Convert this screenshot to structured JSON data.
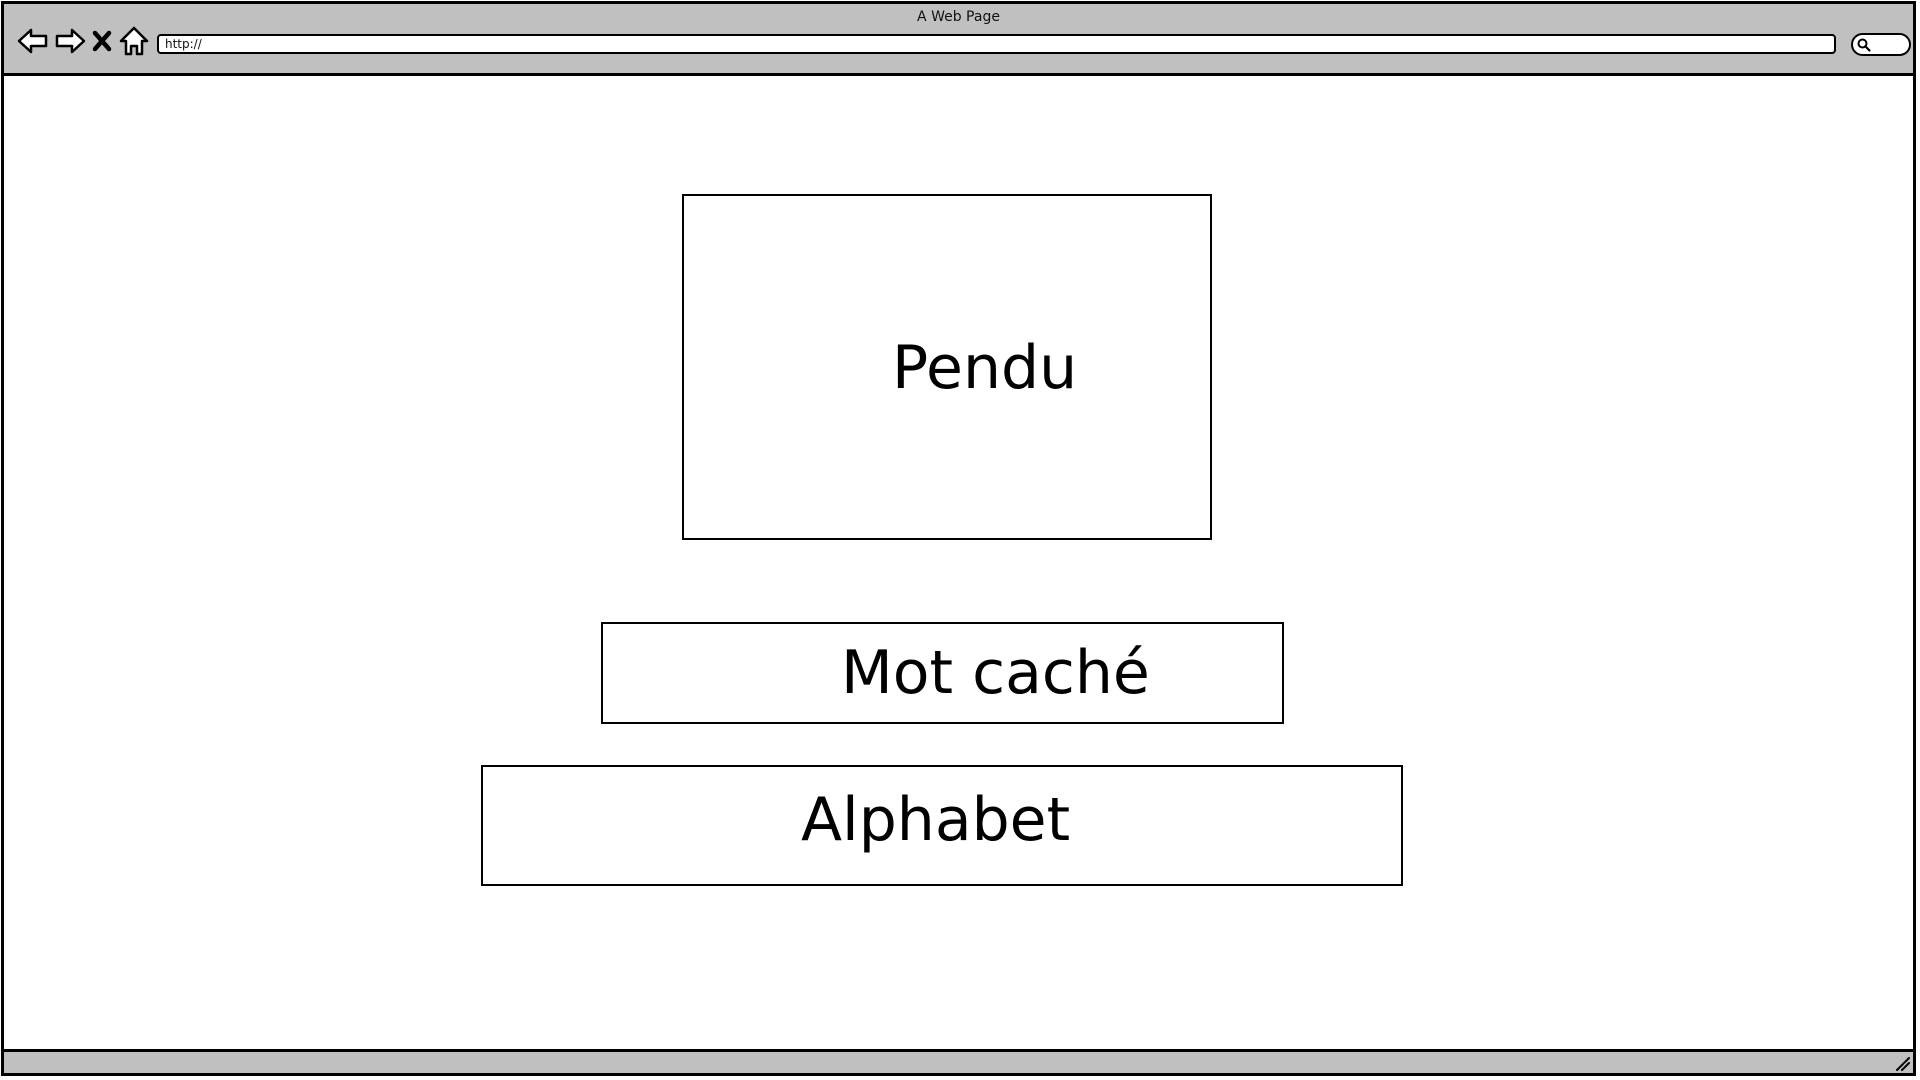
{
  "window": {
    "title": "A Web Page"
  },
  "toolbar": {
    "back_icon": "back-arrow-icon",
    "forward_icon": "forward-arrow-icon",
    "stop_icon": "close-icon",
    "home_icon": "home-icon",
    "url_value": "http://",
    "search_icon": "search-icon"
  },
  "main": {
    "panels": [
      {
        "label": "Pendu"
      },
      {
        "label": "Mot caché"
      },
      {
        "label": "Alphabet"
      }
    ]
  },
  "colors": {
    "chrome": "#c0c0c0",
    "border": "#000000",
    "background": "#ffffff"
  }
}
